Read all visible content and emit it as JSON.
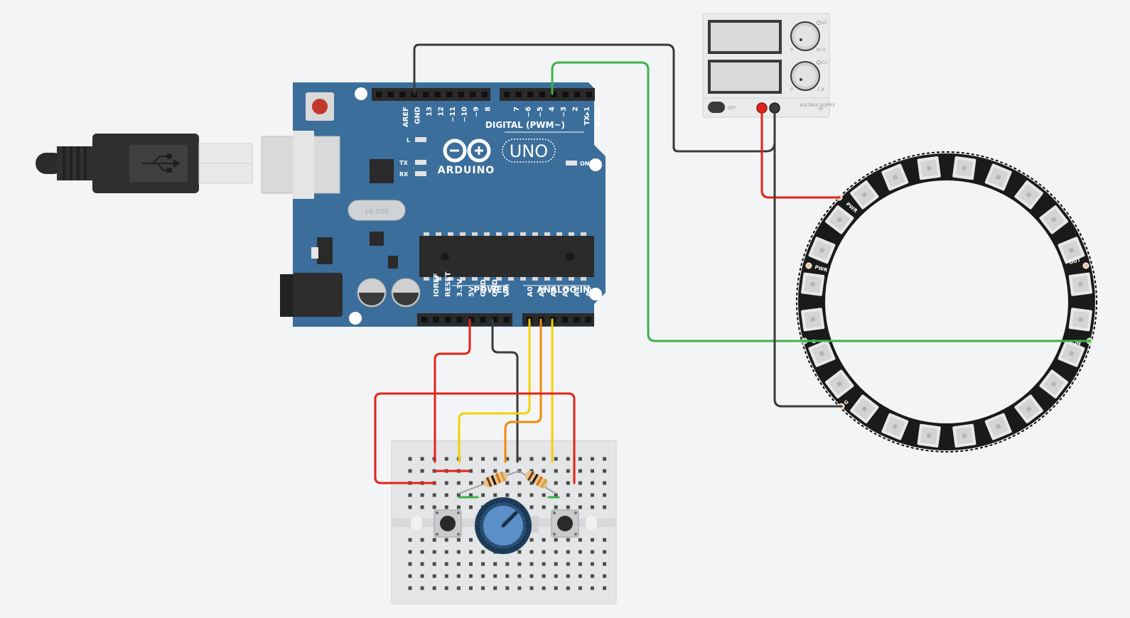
{
  "arduino": {
    "brand": "ARDUINO",
    "model": "UNO",
    "digital_header_label": "DIGITAL (PWM~)",
    "power_header_label": "POWER",
    "analog_header_label": "ANALOG IN",
    "digital_pins": [
      "AREF",
      "GND",
      "13",
      "12",
      "~11",
      "~10",
      "~9",
      "8",
      "7",
      "~6",
      "~5",
      "4",
      "~3",
      "2",
      "TX▸1",
      "RX◂0"
    ],
    "power_pins": [
      "IOREF",
      "RESET",
      "3.3V",
      "5V",
      "GND",
      "GND",
      "Vin"
    ],
    "analog_pins": [
      "A0",
      "A1",
      "A2",
      "A3",
      "A4",
      "A5"
    ],
    "led_l": "L",
    "led_tx": "TX",
    "led_rx": "RX",
    "led_on": "ON",
    "crystal_label": "16.000"
  },
  "power_supply": {
    "switch_label": "OFF",
    "voltage_max": "30 V",
    "current_max": "5 A",
    "knob_min": "0",
    "mode_label_1": "VC",
    "mode_label_2": "CC",
    "supply_label": "VOLTAGE SUPPLY"
  },
  "neopixel_ring": {
    "pixel_count": 24,
    "labels": {
      "pwr_top": "PWR",
      "pwr_left": "PWR",
      "g_left": "G",
      "g_bottom": "G",
      "out": "OUT",
      "in": "IN"
    }
  },
  "colors": {
    "background": "#f3f4f6",
    "board_blue": "#3b6e9b",
    "wire_red": "#e2231a",
    "wire_black": "#3a3a3a",
    "wire_green": "#3cb34a",
    "wire_yellow": "#f5d000",
    "wire_orange": "#ef8a0a",
    "ring_black": "#1a1a1a",
    "pixel_white": "#e8e8e8"
  },
  "icons": {
    "usb_plug": "usb-plug-icon",
    "usb_symbol": "usb-symbol-icon",
    "infinity_logo": "arduino-infinity-icon"
  }
}
